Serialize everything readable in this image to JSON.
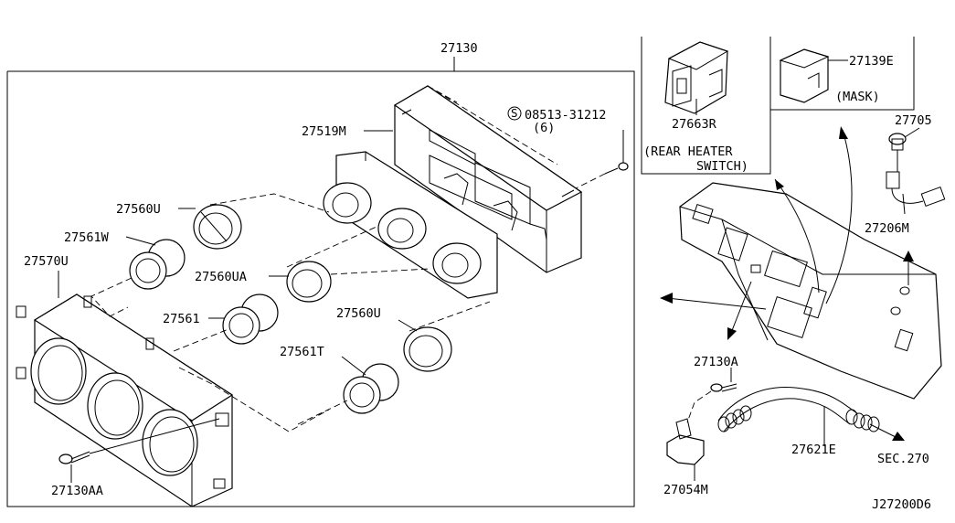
{
  "labels": {
    "assembly": "27130",
    "bezel": "27519M",
    "screw_spec": "08513-31212",
    "screw_qty": "(6)",
    "knob_ring_upper": "27560U",
    "knob_w": "27561W",
    "panel": "27570U",
    "knob_ring_mid": "27560UA",
    "knob_plain": "27561",
    "knob_ring_lower": "27560U",
    "knob_t": "27561T",
    "screw": "27130AA",
    "rear_switch": "27663R",
    "rear_switch_caption_1": "(REAR HEATER",
    "rear_switch_caption_2": "SWITCH)",
    "mask_part": "27139E",
    "mask_caption": "(MASK)",
    "sensor": "27705",
    "harness": "27206M",
    "clip": "27130A",
    "hose": "27621E",
    "bracket": "27054M",
    "section_ref": "SEC.270",
    "diagram_code": "J27200D6"
  },
  "symbols": {
    "circled_s": "S"
  }
}
